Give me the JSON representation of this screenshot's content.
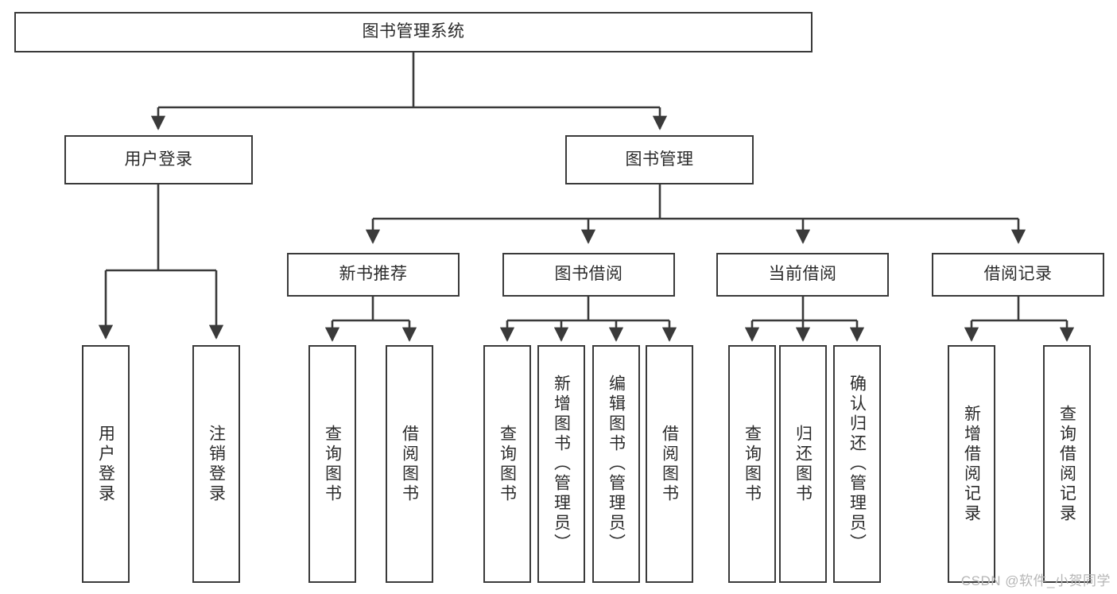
{
  "diagram": {
    "title": "图书管理系统",
    "type": "hierarchy-tree",
    "watermark": "CSDN @软件_小贺同学",
    "line_color": "#3a3a3a",
    "box_fill": "#ffffff",
    "text_color": "#2b2b2b",
    "nodes": {
      "root": {
        "label": "图书管理系统"
      },
      "level2": [
        {
          "label": "用户登录"
        },
        {
          "label": "图书管理"
        }
      ],
      "level3": [
        {
          "label": "新书推荐"
        },
        {
          "label": "图书借阅"
        },
        {
          "label": "当前借阅"
        },
        {
          "label": "借阅记录"
        }
      ],
      "leaves_user_login": [
        {
          "label": "用户登录"
        },
        {
          "label": "注销登录"
        }
      ],
      "leaves_new_book": [
        {
          "label": "查询图书"
        },
        {
          "label": "借阅图书"
        }
      ],
      "leaves_borrow": [
        {
          "label": "查询图书"
        },
        {
          "label": "新增图书（管理员）"
        },
        {
          "label": "编辑图书（管理员）"
        },
        {
          "label": "借阅图书"
        }
      ],
      "leaves_current": [
        {
          "label": "查询图书"
        },
        {
          "label": "归还图书"
        },
        {
          "label": "确认归还（管理员）"
        }
      ],
      "leaves_record": [
        {
          "label": "新增借阅记录"
        },
        {
          "label": "查询借阅记录"
        }
      ]
    }
  }
}
